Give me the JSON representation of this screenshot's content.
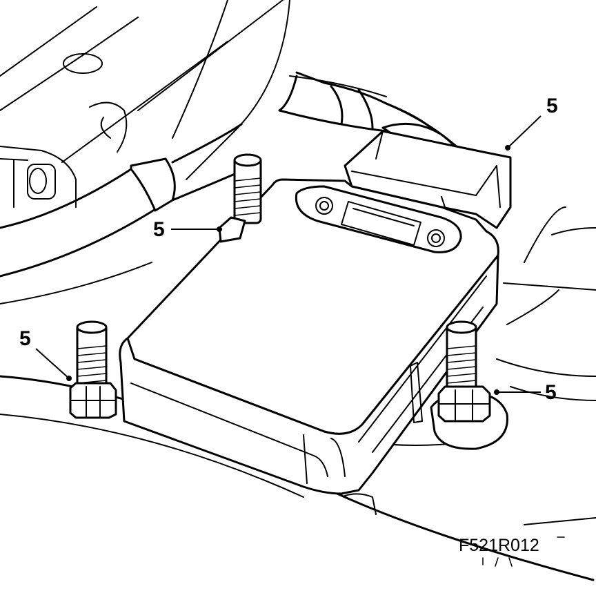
{
  "callouts": {
    "top_right": "5",
    "upper_left": "5",
    "lower_left": "5",
    "lower_right": "5"
  },
  "figure_code": "F521R012",
  "colors": {
    "ink": "#000000",
    "paper": "#ffffff"
  }
}
